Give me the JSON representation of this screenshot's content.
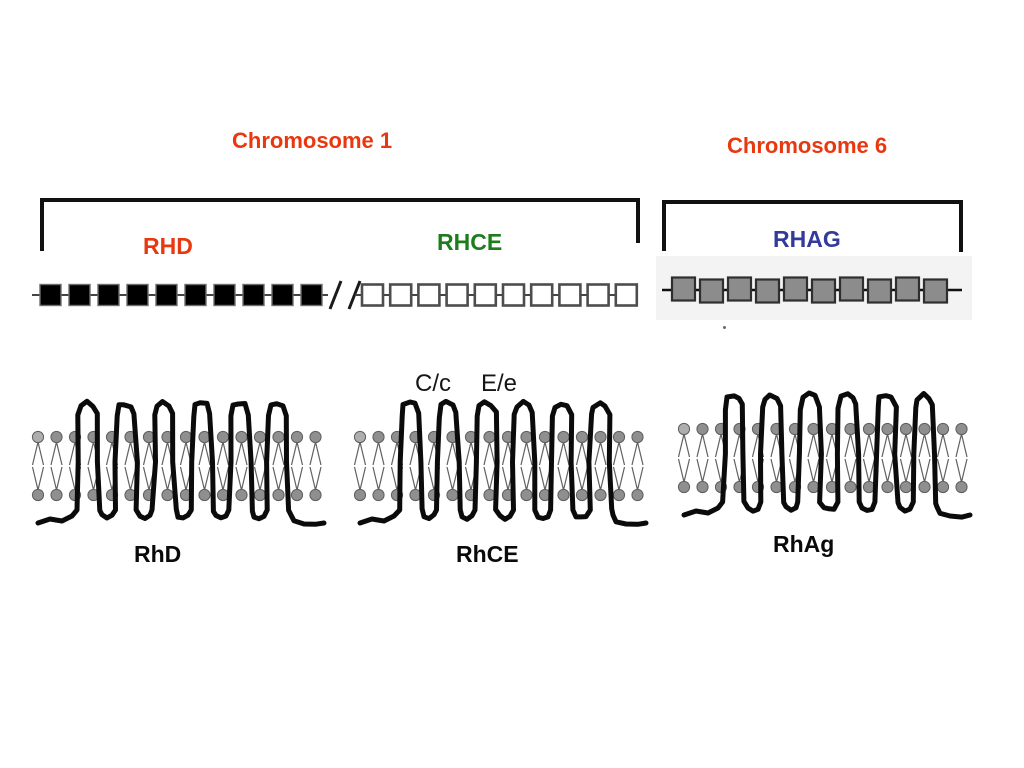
{
  "slide": {
    "background": "#ffffff",
    "titles": [
      {
        "id": "chromosome-1",
        "text": "Chromosome 1",
        "color": "#e9380f"
      },
      {
        "id": "chromosome-6",
        "text": "Chromosome 6",
        "color": "#e9380f"
      }
    ],
    "genes": [
      {
        "id": "rhd",
        "label": "RHD",
        "label_color": "#e9380f",
        "exon_count": 10,
        "exon_fill": "#000000",
        "exon_stroke": "#6e6e6e"
      },
      {
        "id": "rhce",
        "label": "RHCE",
        "label_color": "#1d7d1d",
        "exon_count": 10,
        "exon_fill": "#ffffff",
        "exon_stroke": "#4d4d4d"
      },
      {
        "id": "rhag",
        "label": "RHAG",
        "label_color": "#333a99",
        "exon_count": 10,
        "exon_fill": "#8c8c8c",
        "exon_stroke": "#2e2e2e"
      }
    ],
    "gene_row": {
      "line_color": "#444444",
      "break_mark": "//",
      "chr6_panel_bg": "#f3f3f3"
    },
    "proteins": [
      {
        "id": "rhd-protein",
        "label": "RhD",
        "annotations": []
      },
      {
        "id": "rhce-protein",
        "label": "RhCE",
        "annotations": [
          "C/c",
          "E/e"
        ]
      },
      {
        "id": "rhag-protein",
        "label": "RhAg",
        "annotations": []
      }
    ],
    "membrane": {
      "lipid_pairs": 16,
      "tm_segments": 12,
      "head_color": "#8f8f8f",
      "head_stroke": "#5e5e5e",
      "tail_color": "#606060",
      "protein_color": "#0b0b0b",
      "bracket_color": "#111111"
    }
  }
}
